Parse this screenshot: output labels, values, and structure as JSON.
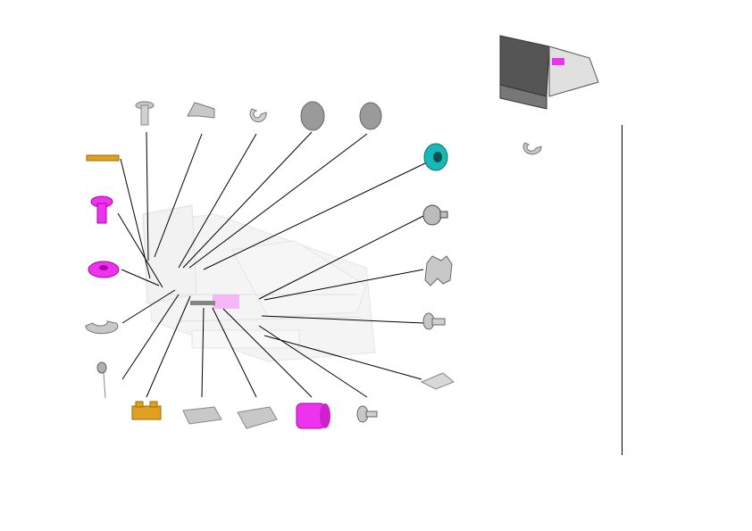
{
  "diagram": {
    "type": "exploded-parts-view",
    "parts": [
      {
        "id": "screw",
        "color": "#c8c8c8"
      },
      {
        "id": "bracket",
        "color": "#c8c8c8"
      },
      {
        "id": "e-clip",
        "color": "#c8c8c8"
      },
      {
        "id": "disc-1",
        "color": "#9a9a9a"
      },
      {
        "id": "disc-2",
        "color": "#9a9a9a"
      },
      {
        "id": "teal-roller",
        "color": "#19b8b8"
      },
      {
        "id": "knob-screw",
        "color": "#bcbcbc"
      },
      {
        "id": "latch",
        "color": "#c8c8c8"
      },
      {
        "id": "shoulder-pin",
        "color": "#c8c8c8"
      },
      {
        "id": "flat-plate",
        "color": "#d8d8d8"
      },
      {
        "id": "orange-shaft",
        "color": "#e0a020"
      },
      {
        "id": "magenta-pin",
        "color": "#ee33ee"
      },
      {
        "id": "magenta-washer",
        "color": "#ee33ee"
      },
      {
        "id": "gray-e-clip",
        "color": "#c8c8c8"
      },
      {
        "id": "small-knob",
        "color": "#b0b0b0"
      },
      {
        "id": "orange-block",
        "color": "#e0a020"
      },
      {
        "id": "strip-plate",
        "color": "#c8c8c8"
      },
      {
        "id": "cover-plate",
        "color": "#c8c8c8"
      },
      {
        "id": "magenta-roller",
        "color": "#ee33ee"
      },
      {
        "id": "small-stud",
        "color": "#c8c8c8"
      },
      {
        "id": "e-clip-detail",
        "color": "#c8c8c8"
      }
    ]
  }
}
